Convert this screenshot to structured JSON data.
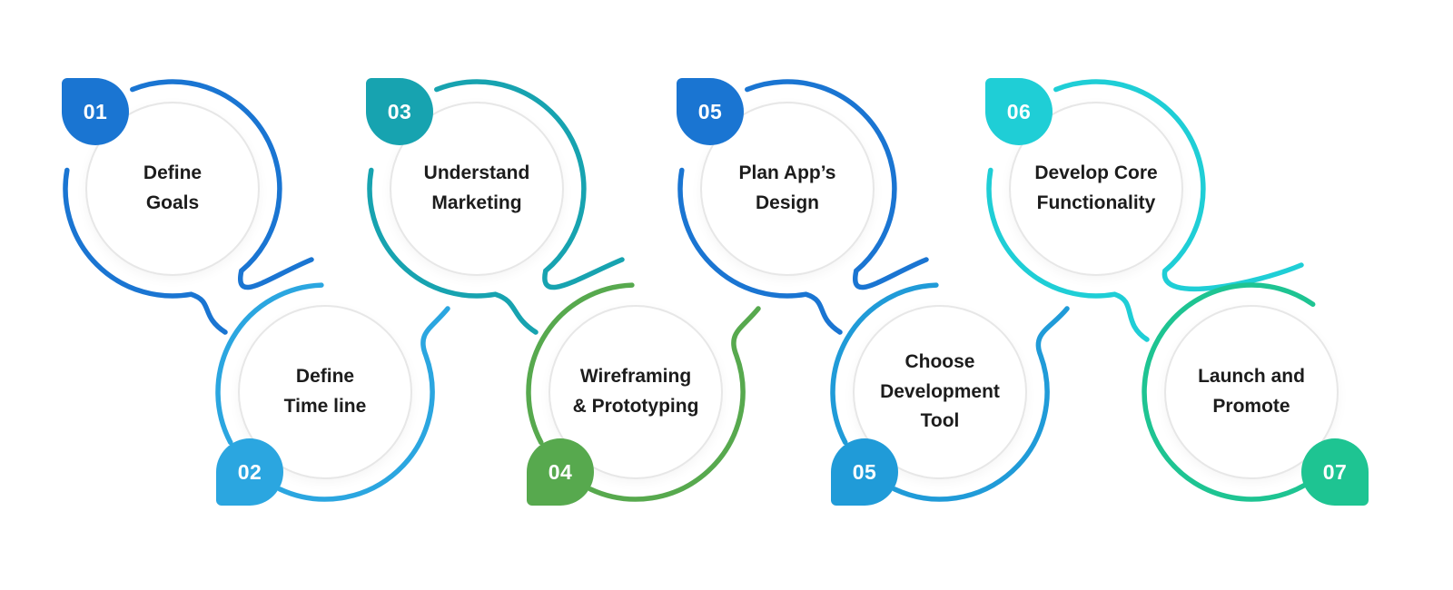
{
  "diagram": {
    "type": "process-flow",
    "background": "#ffffff",
    "text_color": "#1c1c1c",
    "circle_border_color": "#e7e7e7",
    "nodes": [
      {
        "number": "01",
        "label": "Define Goals",
        "label_lines": [
          "Define",
          "Goals"
        ],
        "color": "#1a75d2",
        "position": "top",
        "badge_corner": "top-left"
      },
      {
        "number": "02",
        "label": "Define Time line",
        "label_lines": [
          "Define",
          "Time line"
        ],
        "color": "#2ba6e0",
        "position": "bottom",
        "badge_corner": "bottom-left"
      },
      {
        "number": "03",
        "label": "Understand Marketing",
        "label_lines": [
          "Understand",
          "Marketing"
        ],
        "color": "#17a3b0",
        "position": "top",
        "badge_corner": "top-left"
      },
      {
        "number": "04",
        "label": "Wireframing & Prototyping",
        "label_lines": [
          "Wireframing",
          "& Prototyping"
        ],
        "color": "#57a94e",
        "position": "bottom",
        "badge_corner": "bottom-left"
      },
      {
        "number": "05",
        "label": "Plan App’s Design",
        "label_lines": [
          "Plan App’s",
          "Design"
        ],
        "color": "#1a75d2",
        "position": "top",
        "badge_corner": "top-left"
      },
      {
        "number": "05",
        "label": "Choose Development Tool",
        "label_lines": [
          "Choose",
          "Development",
          "Tool"
        ],
        "color": "#209bd8",
        "position": "bottom",
        "badge_corner": "bottom-left"
      },
      {
        "number": "06",
        "label": "Develop Core Functionality",
        "label_lines": [
          "Develop Core",
          "Functionality"
        ],
        "color": "#1fced6",
        "position": "top",
        "badge_corner": "top-left"
      },
      {
        "number": "07",
        "label": "Launch and Promote",
        "label_lines": [
          "Launch and",
          "Promote"
        ],
        "color": "#1ec492",
        "position": "bottom",
        "badge_corner": "bottom-right"
      }
    ]
  }
}
